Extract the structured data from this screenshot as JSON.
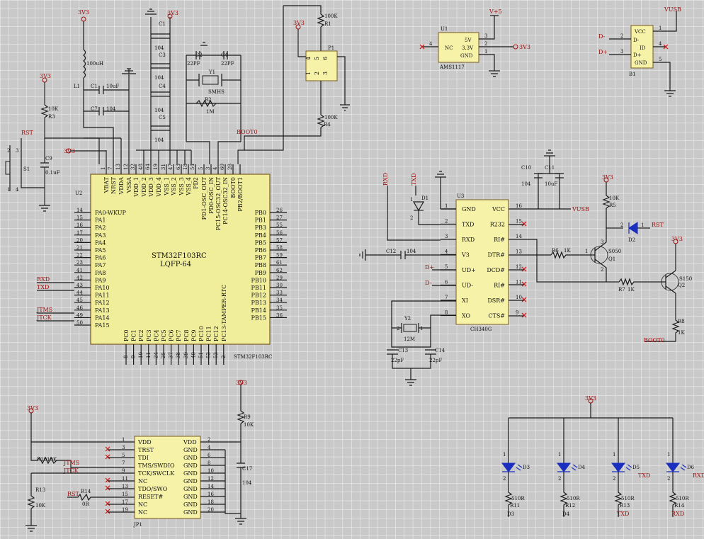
{
  "mcu": {
    "ref": "U2",
    "name": "STM32F103RC",
    "package": "LQFP-64",
    "footer": "STM32F103RC",
    "top_pins": [
      {
        "num": "1",
        "name": "VBAT"
      },
      {
        "num": "7",
        "name": "NRST"
      },
      {
        "num": "13",
        "name": "VDDA"
      },
      {
        "num": "12",
        "name": "VSSA"
      },
      {
        "num": "32",
        "name": "VDD_1"
      },
      {
        "num": "48",
        "name": "VDD_2"
      },
      {
        "num": "64",
        "name": "VDD_3"
      },
      {
        "num": "19",
        "name": "VDD_4"
      },
      {
        "num": "31",
        "name": "VSS_1"
      },
      {
        "num": "47",
        "name": "VSS_2"
      },
      {
        "num": "63",
        "name": "VSS_3"
      },
      {
        "num": "18",
        "name": "VSS_4"
      },
      {
        "num": "54",
        "name": "PD2"
      },
      {
        "num": "5",
        "name": "PD1-OSC_OUT"
      },
      {
        "num": "3",
        "name": "PD0-OSC_IN"
      },
      {
        "num": "4",
        "name": "PC15-OSC32_OUT"
      },
      {
        "num": "60",
        "name": "PC14-OSC32_IN"
      },
      {
        "num": "28",
        "name": "BOOT0"
      },
      {
        "num": "",
        "name": "PB2/BOOT1"
      }
    ],
    "left_pins": [
      {
        "num": "14",
        "name": "PA0-WKUP"
      },
      {
        "num": "15",
        "name": "PA1"
      },
      {
        "num": "16",
        "name": "PA2"
      },
      {
        "num": "17",
        "name": "PA3"
      },
      {
        "num": "20",
        "name": "PA4"
      },
      {
        "num": "21",
        "name": "PA5"
      },
      {
        "num": "22",
        "name": "PA6"
      },
      {
        "num": "23",
        "name": "PA7"
      },
      {
        "num": "41",
        "name": "PA8"
      },
      {
        "num": "42",
        "name": "PA9"
      },
      {
        "num": "43",
        "name": "PA10"
      },
      {
        "num": "44",
        "name": "PA11"
      },
      {
        "num": "45",
        "name": "PA12"
      },
      {
        "num": "46",
        "name": "PA13"
      },
      {
        "num": "49",
        "name": "PA14"
      },
      {
        "num": "50",
        "name": "PA15"
      }
    ],
    "right_pins": [
      {
        "num": "26",
        "name": "PB0"
      },
      {
        "num": "27",
        "name": "PB1"
      },
      {
        "num": "55",
        "name": "PB3"
      },
      {
        "num": "56",
        "name": "PB4"
      },
      {
        "num": "57",
        "name": "PB5"
      },
      {
        "num": "58",
        "name": "PB6"
      },
      {
        "num": "59",
        "name": "PB7"
      },
      {
        "num": "61",
        "name": "PB8"
      },
      {
        "num": "62",
        "name": "PB9"
      },
      {
        "num": "29",
        "name": "PB10"
      },
      {
        "num": "30",
        "name": "PB11"
      },
      {
        "num": "33",
        "name": "PB12"
      },
      {
        "num": "34",
        "name": "PB13"
      },
      {
        "num": "35",
        "name": "PB14"
      },
      {
        "num": "36",
        "name": "PB15"
      }
    ],
    "bottom_pins": [
      {
        "num": "8",
        "name": "PC0"
      },
      {
        "num": "9",
        "name": "PC1"
      },
      {
        "num": "10",
        "name": "PC2"
      },
      {
        "num": "11",
        "name": "PC3"
      },
      {
        "num": "24",
        "name": "PC4"
      },
      {
        "num": "25",
        "name": "PC5"
      },
      {
        "num": "37",
        "name": "PC6"
      },
      {
        "num": "38",
        "name": "PC7"
      },
      {
        "num": "39",
        "name": "PC8"
      },
      {
        "num": "40",
        "name": "PC9"
      },
      {
        "num": "51",
        "name": "PC10"
      },
      {
        "num": "52",
        "name": "PC11"
      },
      {
        "num": "53",
        "name": "PC12"
      },
      {
        "num": "2",
        "name": "PC13-TAMPER-RTC"
      }
    ],
    "nets": {
      "rxd": "RXD",
      "txd": "TXD",
      "jtms": "JTMS",
      "jtck": "JTCK"
    }
  },
  "power": {
    "v33": "3V3",
    "v5": "V+5",
    "vusb": "VUSB",
    "rst": "RST",
    "boot0": "BOOT0"
  },
  "passives": {
    "R3": "R3",
    "R3v": "10K",
    "R1": "R1",
    "R1v": "100K",
    "R4": "R4",
    "R4v": "100K",
    "L1": "L1",
    "L1v": "100uH",
    "C1": "C1",
    "C1v": "10uF",
    "C7": "C7",
    "C7v": "104",
    "Ca": "C1",
    "Cb": "C3",
    "Cc": "C4",
    "Cd": "C5",
    "Cv": "104",
    "C2": "C2",
    "C2v": "22PF",
    "C4": "C4",
    "C4v": "22PF",
    "Y1": "Y1",
    "Y1v": "SMHS",
    "R2": "R2",
    "R2v": "1M",
    "C9": "C9",
    "C9v": "0.1uF",
    "S1": "S1",
    "P1": "P1"
  },
  "p1_pins": [
    "4",
    "5",
    "6",
    "1",
    "2",
    "3"
  ],
  "switch_pins": [
    "2",
    "3",
    "1",
    "4"
  ],
  "ams": {
    "ref": "U1",
    "part": "AMS1117",
    "pins": [
      "5V",
      "3.3V",
      "GND"
    ],
    "nc": "NC",
    "pin_nums": [
      "4",
      "3",
      "2",
      "1"
    ]
  },
  "usb": {
    "ref": "B1",
    "pins": [
      "VCC",
      "D-",
      "ID",
      "D+",
      "GND"
    ],
    "pin_nums": [
      "1",
      "2",
      "4",
      "3",
      "5"
    ],
    "nets": [
      "D-",
      "D+"
    ]
  },
  "ch340": {
    "ref": "U3",
    "part": "CH340G",
    "left": [
      {
        "num": "1",
        "name": "GND"
      },
      {
        "num": "2",
        "name": "TXD"
      },
      {
        "num": "3",
        "name": "RXD"
      },
      {
        "num": "4",
        "name": "V3"
      },
      {
        "num": "5",
        "name": "UD+"
      },
      {
        "num": "6",
        "name": "UD-"
      },
      {
        "num": "7",
        "name": "XI"
      },
      {
        "num": "8",
        "name": "XO"
      }
    ],
    "right": [
      {
        "num": "16",
        "name": "VCC"
      },
      {
        "num": "15",
        "name": "R232"
      },
      {
        "num": "14",
        "name": "RI#"
      },
      {
        "num": "13",
        "name": "DTR#"
      },
      {
        "num": "12",
        "name": "DCD#"
      },
      {
        "num": "11",
        "name": "RI#"
      },
      {
        "num": "10",
        "name": "DSR#"
      },
      {
        "num": "9",
        "name": "CTS#"
      }
    ],
    "C12": "C12",
    "C12v": "104",
    "C10": "C10",
    "C10v": "104",
    "C11": "C11",
    "C11v": "10uF",
    "Y2": "Y2",
    "Y2v": "12M",
    "C13": "C13",
    "C13v": "22pF",
    "C14": "C14",
    "C14v": "22pF",
    "D1": "D1",
    "D2": "D2",
    "R5": "R5",
    "R5v": "10K",
    "R6": "R6",
    "R6v": "1K",
    "R7": "R7",
    "R7v": "1K",
    "R8": "R8",
    "R8v": "1K",
    "Q1": "Q1",
    "Q1p": "S050",
    "Q2": "Q2",
    "Q2p": "S150",
    "diode_pins": [
      "1",
      "2"
    ],
    "q_pins": [
      "1",
      "2",
      "3"
    ],
    "usb_net": "VUSB"
  },
  "jtag": {
    "ref": "JP1",
    "left": [
      {
        "num": "1",
        "name": "VDD"
      },
      {
        "num": "3",
        "name": "TRST"
      },
      {
        "num": "5",
        "name": "TDI"
      },
      {
        "num": "7",
        "name": "TMS/SWDIO"
      },
      {
        "num": "9",
        "name": "TCK/SWCLK"
      },
      {
        "num": "11",
        "name": "NC"
      },
      {
        "num": "13",
        "name": "TDO/SWO"
      },
      {
        "num": "15",
        "name": "RESET#"
      },
      {
        "num": "17",
        "name": "NC"
      },
      {
        "num": "19",
        "name": "NC"
      }
    ],
    "right": [
      {
        "num": "2",
        "name": "VDD"
      },
      {
        "num": "4",
        "name": "GND"
      },
      {
        "num": "6",
        "name": "GND"
      },
      {
        "num": "8",
        "name": "GND"
      },
      {
        "num": "10",
        "name": "GND"
      },
      {
        "num": "12",
        "name": "GND"
      },
      {
        "num": "14",
        "name": "GND"
      },
      {
        "num": "16",
        "name": "GND"
      },
      {
        "num": "18",
        "name": "GND"
      },
      {
        "num": "20",
        "name": "GND"
      }
    ],
    "R9": "R9",
    "R9v": "10K",
    "R10": "R10",
    "R10v": "10K",
    "R13": "R13",
    "R13v": "10K",
    "R14": "R14",
    "R14v": "0R",
    "C17": "C17",
    "C17v": "104"
  },
  "leds": [
    {
      "d": "D3",
      "r": "R11",
      "rv": "510R",
      "net": "",
      "bottom": "D3"
    },
    {
      "d": "D4",
      "r": "R12",
      "rv": "510R",
      "net": "",
      "bottom": "D4"
    },
    {
      "d": "D5",
      "r": "R13",
      "rv": "510R",
      "net": "TXD",
      "bottom": "TXD"
    },
    {
      "d": "D6",
      "r": "R14",
      "rv": "510R",
      "net": "RXD",
      "bottom": "RXD"
    }
  ],
  "led_pins": [
    "1",
    "2"
  ]
}
